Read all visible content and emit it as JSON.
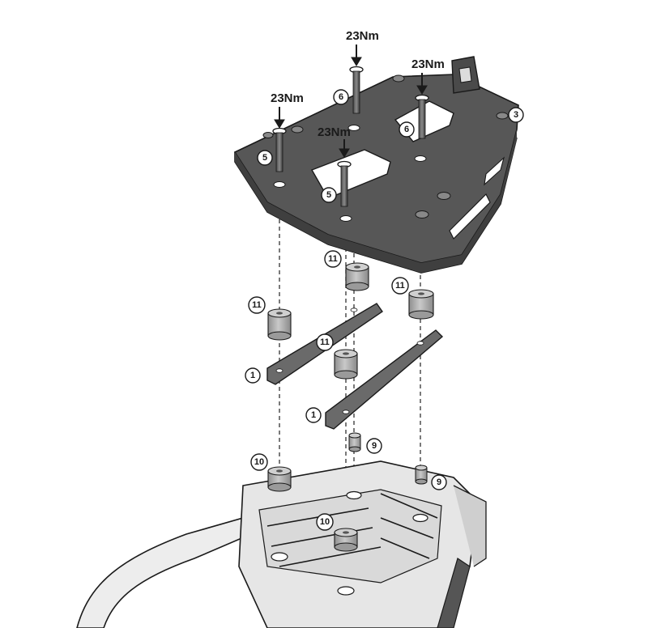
{
  "torque_labels": [
    "23Nm",
    "23Nm",
    "23Nm",
    "23Nm"
  ],
  "callouts": {
    "screw_a": "5",
    "screw_b": "6",
    "screw_c": "5",
    "screw_d": "6",
    "plate_part": "3",
    "spacer_top_left": "11",
    "spacer_top_center": "11",
    "spacer_top_right": "11",
    "spacer_mid": "11",
    "bracket_left": "1",
    "bracket_right": "1",
    "bushing_center": "9",
    "bushing_right": "9",
    "spacer_low_left": "10",
    "spacer_low_center": "10"
  },
  "colors": {
    "plate": "#555555",
    "bracket": "#6a6a6a",
    "spacer": "#a8a8a8",
    "rack": "#e6e6e6",
    "ink": "#1a1a1a"
  }
}
